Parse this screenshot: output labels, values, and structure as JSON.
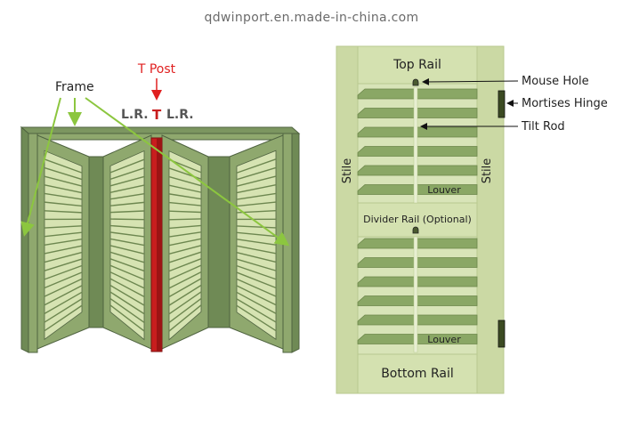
{
  "watermark": "qdwinport.en.made-in-china.com",
  "colors": {
    "frame_fill": "#8fa86e",
    "frame_dark": "#5d7447",
    "panel_light": "#d6e3b2",
    "panel_bg": "#c9d9a3",
    "louver": "#7f9a5c",
    "tpost": "#c81e1e",
    "arrow_green": "#8cc63f",
    "label_red": "#e02020",
    "text_dark": "#222222"
  },
  "left_diagram": {
    "frame_label": "Frame",
    "tpost_label": "T Post",
    "lr_left": "L.R.",
    "t_mark": "T",
    "lr_right": "L.R."
  },
  "right_diagram": {
    "top_rail": "Top Rail",
    "bottom_rail": "Bottom Rail",
    "stile_left": "Stile",
    "stile_right": "Stile",
    "divider_rail": "Divider Rail (Optional)",
    "louver_upper": "Louver",
    "louver_lower": "Louver",
    "mouse_hole": "Mouse Hole",
    "mortises_hinge": "Mortises Hinge",
    "tilt_rod": "Tilt Rod"
  }
}
